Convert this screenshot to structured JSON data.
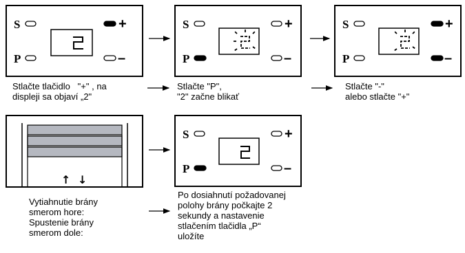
{
  "panels": [
    {
      "display_digit": "2",
      "s_label": "S",
      "p_label": "P",
      "plus_label": "+",
      "minus_label": "–"
    },
    {
      "display_digit": "2",
      "s_label": "S",
      "p_label": "P",
      "plus_label": "+",
      "minus_label": "–"
    },
    {
      "display_digit": "2",
      "s_label": "S",
      "p_label": "P",
      "plus_label": "+",
      "minus_label": "–"
    },
    {
      "display_digit": "2",
      "s_label": "S",
      "p_label": "P",
      "plus_label": "+",
      "minus_label": "–"
    }
  ],
  "captions": {
    "step1": "Stlačte tlačidlo   \"+\" , na\ndispleji sa objaví „2\"",
    "step2": "Stlačte \"P\",\n\"2\" začne blikať",
    "step3": "Stlačte \"-\"\nalebo stlačte \"+\"",
    "step4_left": "Vytiahnutie brány\nsmerom hore:\nSpustenie brány\nsmerom dole:",
    "step4_right": "Po dosiahnutí požadovanej\npolohy brány počkajte 2\nsekundy a nastavenie\nstlačením tlačidla „P“\nuložíte"
  },
  "door": {
    "up_arrow": "↑",
    "down_arrow": "↓"
  },
  "indicator_states": [
    {
      "s": "off",
      "p": "off",
      "plus": "on",
      "minus": "off",
      "blink": false
    },
    {
      "s": "off",
      "p": "on",
      "plus": "off",
      "minus": "off",
      "blink": true
    },
    {
      "s": "off",
      "p": "off",
      "plus": "on",
      "minus": "on",
      "blink": true
    },
    {
      "s": "off",
      "p": "on",
      "plus": "off",
      "minus": "off",
      "blink": false
    }
  ]
}
